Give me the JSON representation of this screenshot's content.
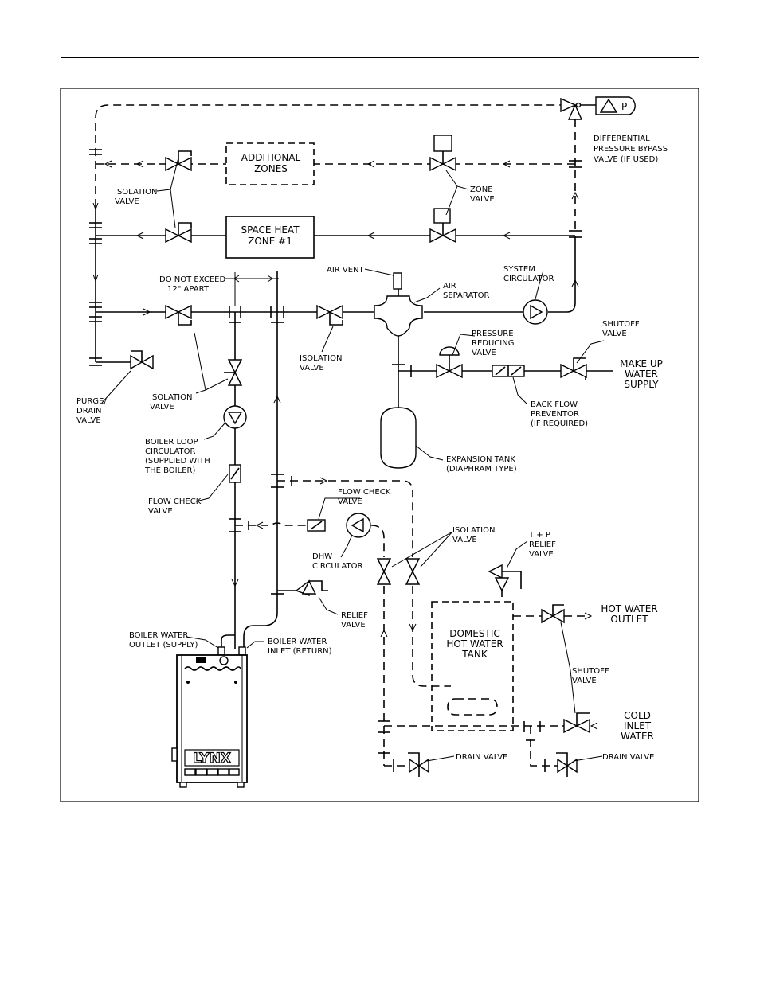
{
  "labels": {
    "differential_bypass": [
      "DIFFERENTIAL",
      "PRESSURE BYPASS",
      "VALVE (IF USED)"
    ],
    "additional_zones": [
      "ADDITIONAL",
      "ZONES"
    ],
    "isolation_valve_top": [
      "ISOLATION",
      "VALVE"
    ],
    "zone_valve": [
      "ZONE",
      "VALVE"
    ],
    "space_heat_zone": [
      "SPACE HEAT",
      "ZONE #1"
    ],
    "air_vent": "AIR VENT",
    "air_separator": [
      "AIR",
      "SEPARATOR"
    ],
    "system_circulator": [
      "SYSTEM",
      "CIRCULATOR"
    ],
    "do_not_exceed": [
      "DO NOT EXCEED",
      "12\" APART"
    ],
    "isolation_valve_mid": [
      "ISOLATION",
      "VALVE"
    ],
    "pressure_reducing": [
      "PRESSURE",
      "REDUCING",
      "VALVE"
    ],
    "shutoff_valve_top": [
      "SHUTOFF",
      "VALVE"
    ],
    "make_up_water": [
      "MAKE UP",
      "WATER",
      "SUPPLY"
    ],
    "purge_drain": [
      "PURGE/",
      "DRAIN",
      "VALVE"
    ],
    "isolation_valve_left": [
      "ISOLATION",
      "VALVE"
    ],
    "back_flow": [
      "BACK FLOW",
      "PREVENTOR",
      "(IF REQUIRED)"
    ],
    "boiler_loop": [
      "BOILER LOOP",
      "CIRCULATOR",
      "(SUPPLIED WITH",
      "THE BOILER)"
    ],
    "expansion_tank": [
      "EXPANSION TANK",
      "(DIAPHRAM TYPE)"
    ],
    "flow_check_left": [
      "FLOW CHECK",
      "VALVE"
    ],
    "flow_check_right": [
      "FLOW CHECK",
      "VALVE"
    ],
    "dhw_circulator": [
      "DHW",
      "CIRCULATOR"
    ],
    "isolation_valve_dhw": [
      "ISOLATION",
      "VALVE"
    ],
    "tp_relief": [
      "T + P",
      "RELIEF",
      "VALVE"
    ],
    "relief_valve": [
      "RELIEF",
      "VALVE"
    ],
    "hot_water_outlet": [
      "HOT WATER",
      "OUTLET"
    ],
    "domestic_tank": [
      "DOMESTIC",
      "HOT WATER",
      "TANK"
    ],
    "boiler_outlet": [
      "BOILER WATER",
      "OUTLET (SUPPLY)"
    ],
    "boiler_inlet": [
      "BOILER WATER",
      "INLET (RETURN)"
    ],
    "shutoff_valve_bottom": [
      "SHUTOFF",
      "VALVE"
    ],
    "cold_inlet": [
      "COLD",
      "INLET",
      "WATER"
    ],
    "drain_valve_left": "DRAIN VALVE",
    "drain_valve_right": "DRAIN VALVE",
    "lynx_brand": "LYNX",
    "dp_symbol": "P"
  },
  "colors": {
    "line": "#000000",
    "background": "#ffffff"
  }
}
